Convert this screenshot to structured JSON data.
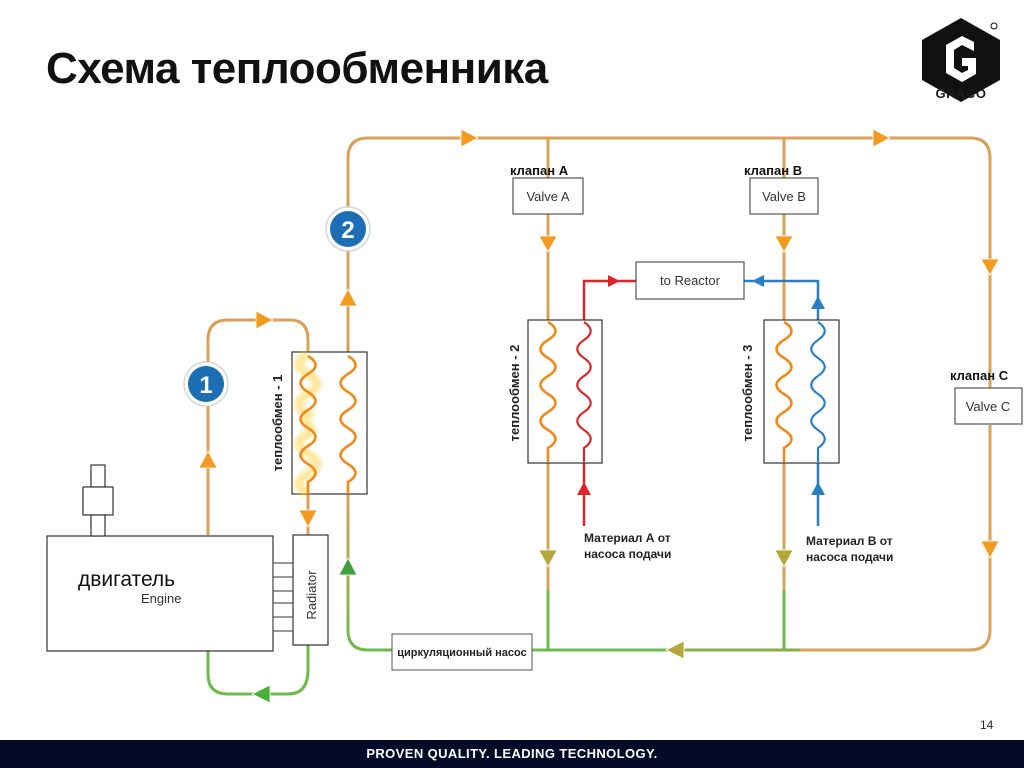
{
  "slide": {
    "title": "Схема теплообменника",
    "page_number": "14",
    "footer_text": "PROVEN QUALITY. LEADING TECHNOLOGY.",
    "logo_text": "GRACO"
  },
  "diagram": {
    "engine": {
      "label_ru": "двигатель",
      "label_en": "Engine"
    },
    "radiator": {
      "label": "Radiator"
    },
    "heat_exchangers": [
      {
        "label": "теплообмен - 1"
      },
      {
        "label": "теплообмен - 2"
      },
      {
        "label": "теплообмен - 3"
      }
    ],
    "valves": [
      {
        "caption": "клапан А",
        "label": "Valve A"
      },
      {
        "caption": "клапан В",
        "label": "Valve B"
      },
      {
        "caption": "клапан С",
        "label": "Valve C"
      }
    ],
    "to_reactor": "to Reactor",
    "material_a": {
      "line1": "Материал А от",
      "line2": "насоса подачи"
    },
    "material_b": {
      "line1": "Материал В от",
      "line2": "насоса подачи"
    },
    "pump": "циркуляционный насос",
    "badges": [
      "1",
      "2"
    ],
    "colors": {
      "hot": "#d9a25a",
      "cool": "#6dbb4f",
      "material_a": "#d9262b",
      "material_b": "#2a7fc4",
      "arrow": "#f49a1e",
      "badge": "#1c6fb5"
    }
  }
}
